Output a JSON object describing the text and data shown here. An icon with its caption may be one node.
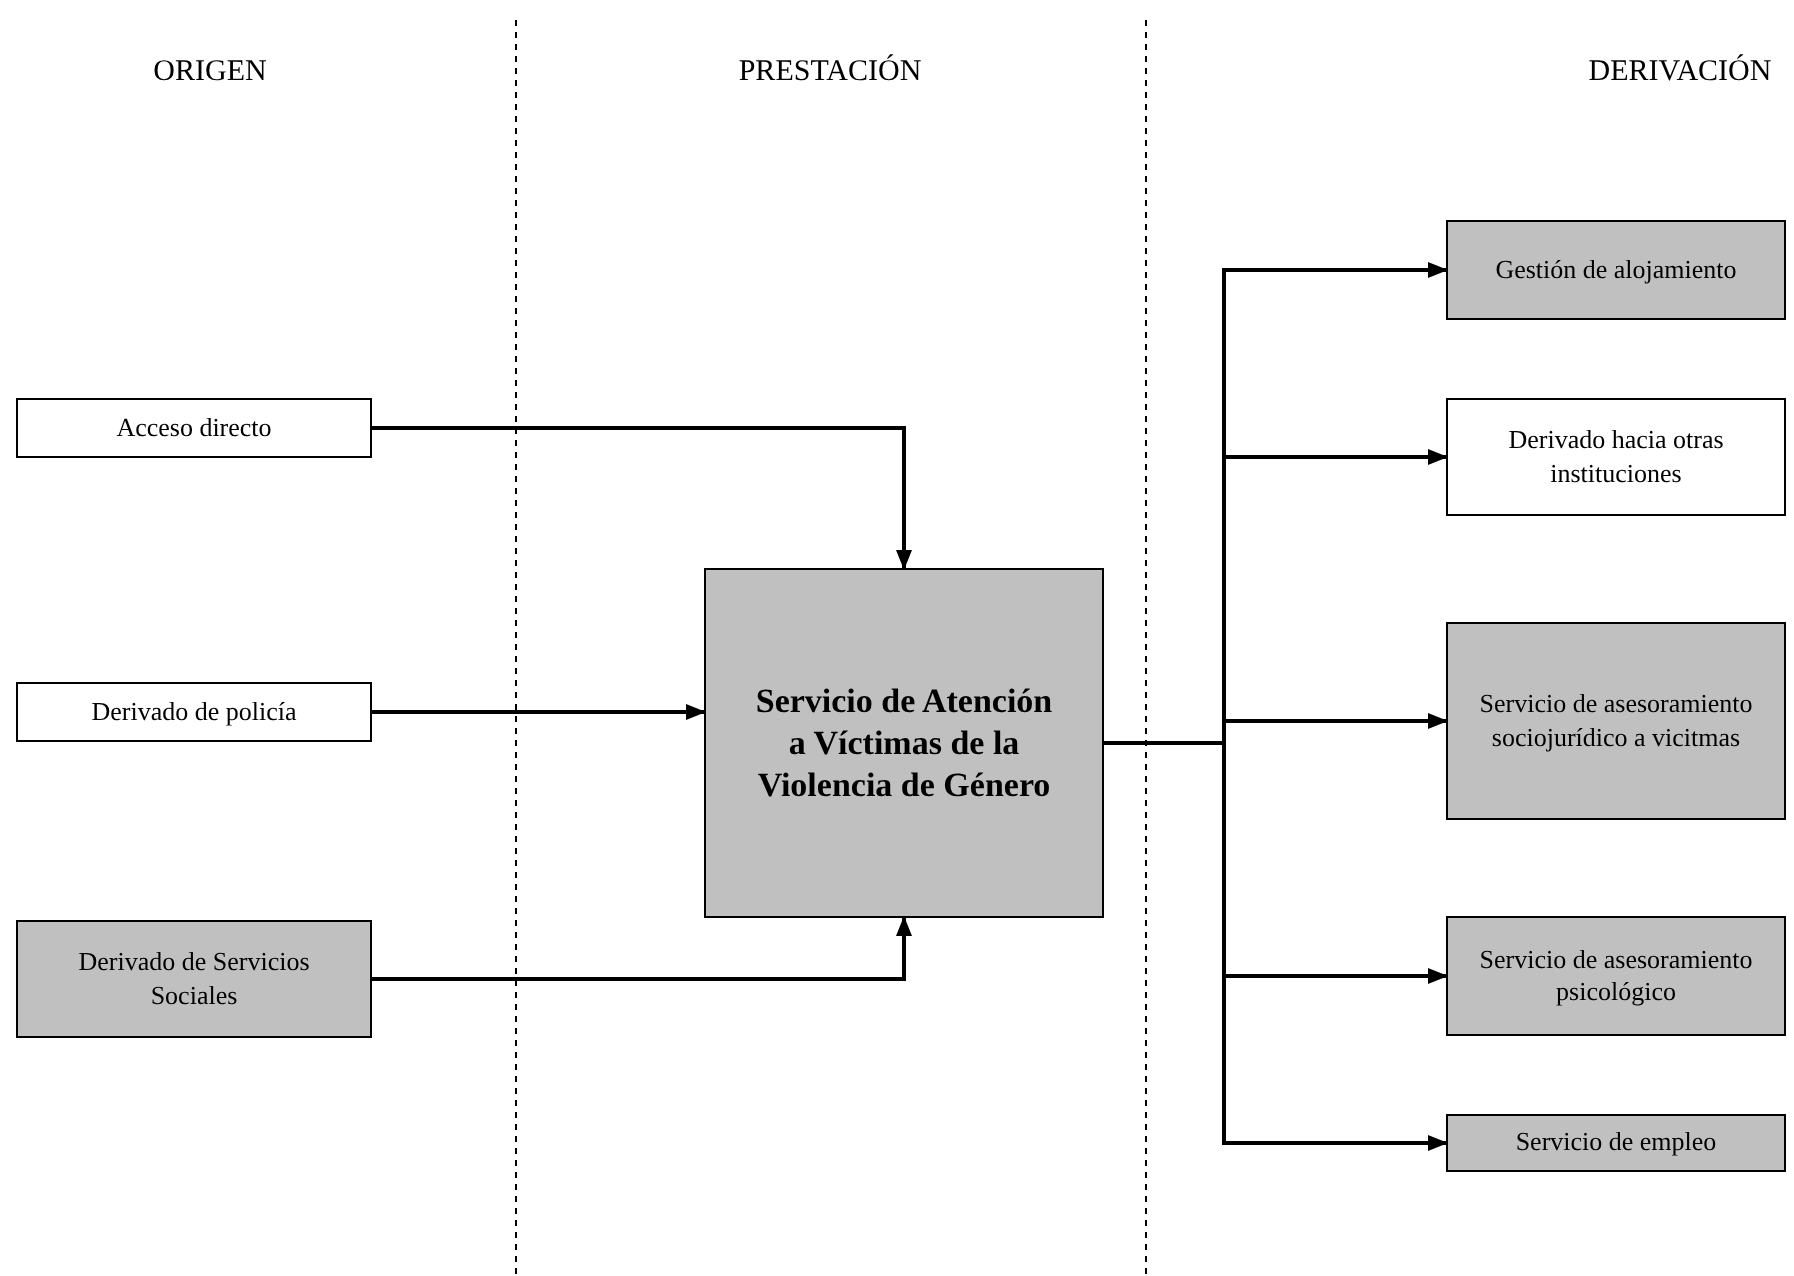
{
  "diagram": {
    "nodes": [
      {
        "text": [
          "Acceso directo"
        ]
      },
      {
        "text": [
          "Derivado de policía"
        ]
      },
      {
        "text": [
          "Derivado de Servicios Sociales"
        ]
      },
      {
        "text": [
          "Servicio de Atención a Víctimas de la Violencia de Género"
        ]
      },
      {
        "text": [
          "Gestión de alojamiento"
        ]
      },
      {
        "text": [
          "Derivado hacia otras instituciones"
        ]
      },
      {
        "text": [
          "Servicio de asesoramiento sociojurídico a vicitmas"
        ]
      },
      {
        "text": [
          "Servicio de asesoramiento psicológico"
        ]
      },
      {
        "text": [
          "Servicio de empleo"
        ]
      }
    ],
    "edges": [
      {
        "from": 0,
        "to": 3,
        "arrow": "to"
      },
      {
        "from": 1,
        "to": 3,
        "arrow": "to"
      },
      {
        "from": 2,
        "to": 3,
        "arrow": "to"
      },
      {
        "from": 3,
        "to": 4,
        "arrow": "to"
      },
      {
        "from": 3,
        "to": 5,
        "arrow": "to"
      },
      {
        "from": 3,
        "to": 6,
        "arrow": "to"
      },
      {
        "from": 3,
        "to": 7,
        "arrow": "to"
      },
      {
        "from": 3,
        "to": 8,
        "arrow": "to"
      }
    ],
    "labels": [
      "ORIGEN",
      "PRESTACIÓN",
      "DERIVACIÓN"
    ]
  }
}
